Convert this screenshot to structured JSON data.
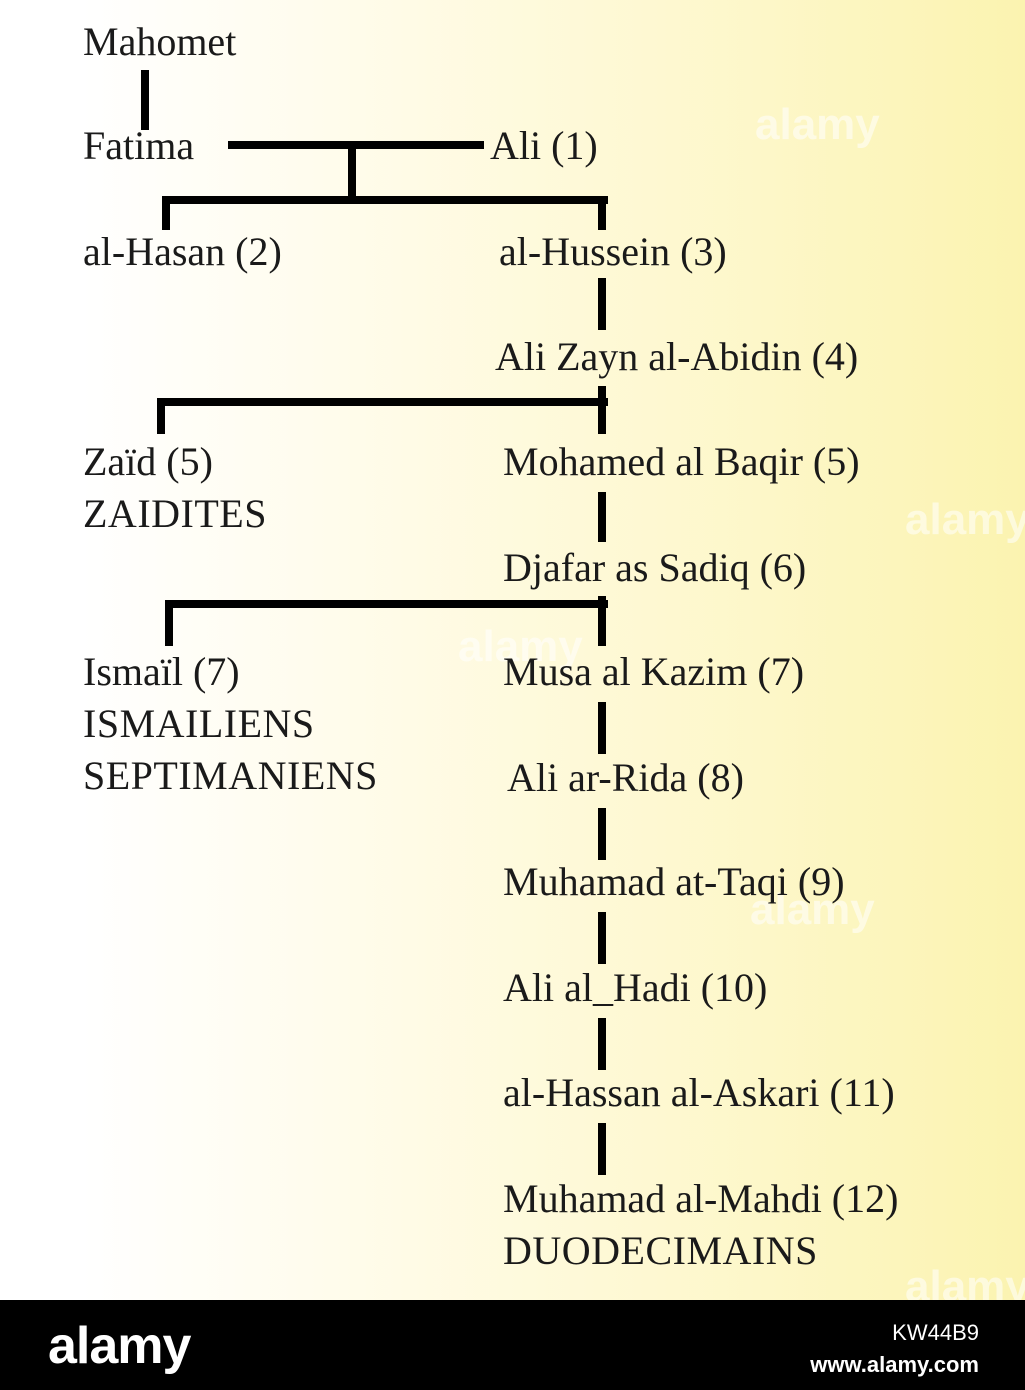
{
  "tree": {
    "mahomet": "Mahomet",
    "fatima": "Fatima",
    "ali": "Ali (1)",
    "hasan": "al-Hasan (2)",
    "hussein": "al-Hussein (3)",
    "zayn": "Ali Zayn al-Abidin (4)",
    "zaid": "Zaïd (5)",
    "zaidites": "ZAIDITES",
    "baqir": "Mohamed al Baqir (5)",
    "djafar": "Djafar as Sadiq (6)",
    "ismail": "Ismaïl (7)",
    "ismailiens": "ISMAILIENS",
    "septimaniens": "SEPTIMANIENS",
    "musa": "Musa al Kazim (7)",
    "rida": "Ali ar-Rida (8)",
    "taqi": "Muhamad at-Taqi (9)",
    "hadi": "Ali al_Hadi (10)",
    "askari": "al-Hassan al-Askari (11)",
    "mahdi": "Muhamad al-Mahdi (12)",
    "duodecimains": "DUODECIMAINS"
  },
  "watermark": {
    "text": "alamy"
  },
  "footer": {
    "logo": "alamy",
    "image_id": "KW44B9",
    "site": "www.alamy.com"
  },
  "colors": {
    "background_left": "#ffffff",
    "background_right": "#fbf3b0",
    "lines": "#000000",
    "text": "#1a1a1a",
    "footer_bg": "#000000"
  }
}
